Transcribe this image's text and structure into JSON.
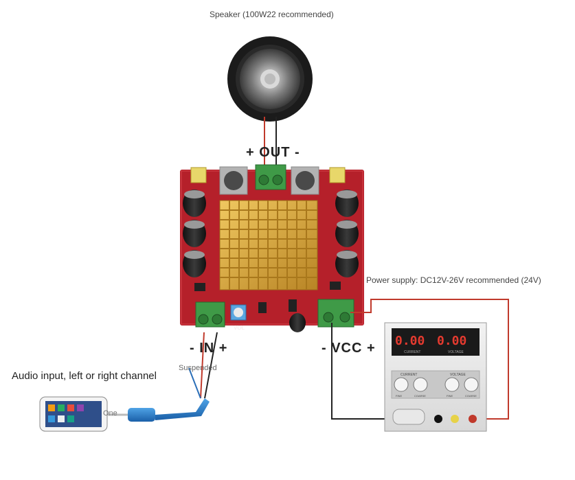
{
  "labels": {
    "speaker": "Speaker (100W22 recommended)",
    "out": "+ OUT -",
    "power": "Power supply: DC12V-26V recommended (24V)",
    "vcc": "- VCC +",
    "in": "- IN +",
    "audio": "Audio input, left or right channel",
    "suspended": "Suspended",
    "one": "One",
    "vol": "VOL"
  },
  "psu": {
    "display_left": "0.00",
    "display_right": "0.00",
    "current_title": "CURRENT",
    "voltage_title": "VOLTAGE",
    "current_label": "CURRENT",
    "voltage_label": "VOLTAGE",
    "knob_fine": "FINE",
    "knob_coarse": "COARSE"
  },
  "colors": {
    "board": "#b5202a",
    "heatsink": "#d9a73a",
    "terminal": "#3f9a47",
    "wire_red": "#c0392b",
    "wire_black": "#222222"
  }
}
